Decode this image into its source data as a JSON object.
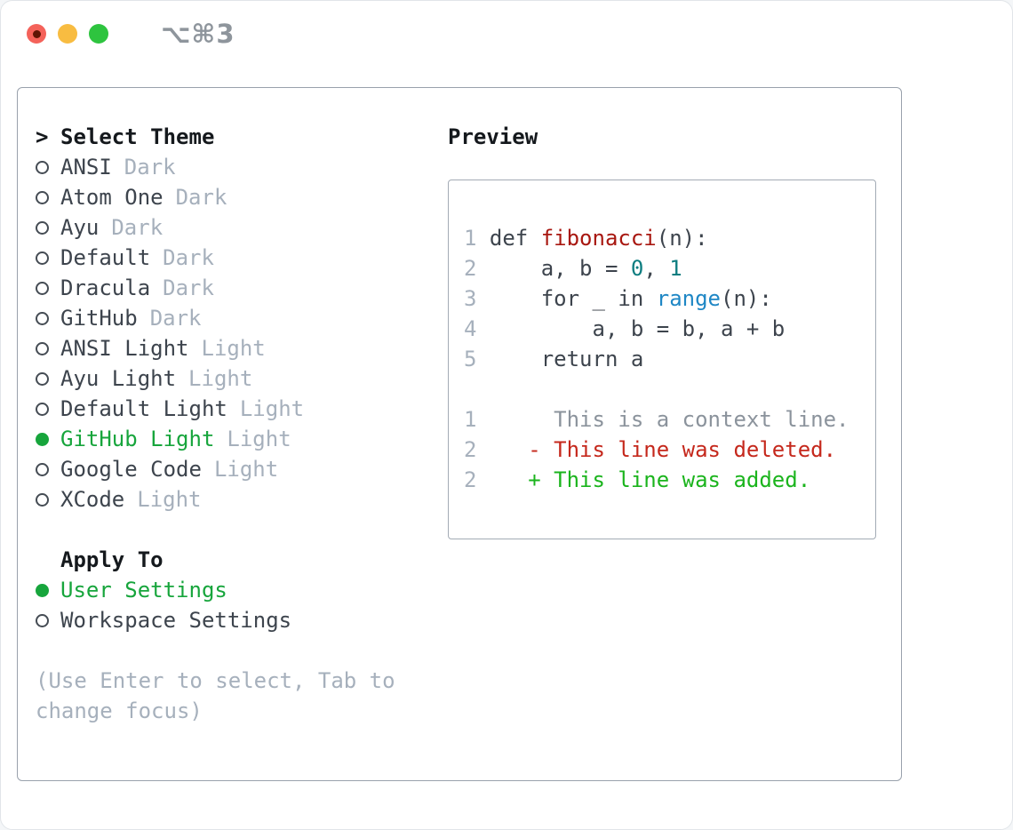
{
  "window": {
    "title": "⌥⌘3",
    "traffic_lights": [
      {
        "name": "close",
        "color": "#f4625a",
        "dot_color": "#5e1404"
      },
      {
        "name": "minimize",
        "color": "#f8bc41"
      },
      {
        "name": "zoom",
        "color": "#2ec43f"
      }
    ]
  },
  "theme_panel": {
    "header_marker": ">",
    "header_label": "Select Theme",
    "themes": [
      {
        "name": "ANSI",
        "variant": "Dark",
        "selected": false
      },
      {
        "name": "Atom One",
        "variant": "Dark",
        "selected": false
      },
      {
        "name": "Ayu",
        "variant": "Dark",
        "selected": false
      },
      {
        "name": "Default",
        "variant": "Dark",
        "selected": false
      },
      {
        "name": "Dracula",
        "variant": "Dark",
        "selected": false
      },
      {
        "name": "GitHub",
        "variant": "Dark",
        "selected": false
      },
      {
        "name": "ANSI Light",
        "variant": "Light",
        "selected": false
      },
      {
        "name": "Ayu Light",
        "variant": "Light",
        "selected": false
      },
      {
        "name": "Default Light",
        "variant": "Light",
        "selected": false
      },
      {
        "name": "GitHub Light",
        "variant": "Light",
        "selected": true
      },
      {
        "name": "Google Code",
        "variant": "Light",
        "selected": false
      },
      {
        "name": "XCode",
        "variant": "Light",
        "selected": false
      }
    ],
    "apply_to_label": "Apply To",
    "apply_options": [
      {
        "name": "User Settings",
        "selected": true
      },
      {
        "name": "Workspace Settings",
        "selected": false
      }
    ],
    "hint": "(Use Enter to select, Tab to change focus)"
  },
  "preview": {
    "label": "Preview",
    "lines": [
      {
        "tokens": [
          {
            "t": "1 ",
            "c": "ln"
          },
          {
            "t": "def ",
            "c": "code"
          },
          {
            "t": "fibonacci",
            "c": "func"
          },
          {
            "t": "(n):",
            "c": "code"
          }
        ]
      },
      {
        "tokens": [
          {
            "t": "2 ",
            "c": "ln"
          },
          {
            "t": "    a, b = ",
            "c": "code"
          },
          {
            "t": "0",
            "c": "num"
          },
          {
            "t": ", ",
            "c": "code"
          },
          {
            "t": "1",
            "c": "num"
          }
        ]
      },
      {
        "tokens": [
          {
            "t": "3 ",
            "c": "ln"
          },
          {
            "t": "    for _ in ",
            "c": "code"
          },
          {
            "t": "range",
            "c": "builtin"
          },
          {
            "t": "(n):",
            "c": "code"
          }
        ]
      },
      {
        "tokens": [
          {
            "t": "4 ",
            "c": "ln"
          },
          {
            "t": "        a, b = b, a + b",
            "c": "code"
          }
        ]
      },
      {
        "tokens": [
          {
            "t": "5 ",
            "c": "ln"
          },
          {
            "t": "    return a",
            "c": "code"
          }
        ]
      },
      {
        "tokens": []
      },
      {
        "tokens": [
          {
            "t": "1 ",
            "c": "ln"
          },
          {
            "t": "     This is a context line.",
            "c": "context"
          }
        ]
      },
      {
        "tokens": [
          {
            "t": "2 ",
            "c": "ln"
          },
          {
            "t": "   - This line was deleted.",
            "c": "deleted"
          }
        ]
      },
      {
        "tokens": [
          {
            "t": "2 ",
            "c": "ln"
          },
          {
            "t": "   + This line was added.",
            "c": "added"
          }
        ]
      }
    ]
  },
  "colors": {
    "selection_green": "#17a53c",
    "added_green": "#1bb41d",
    "deleted_red": "#c5281c",
    "function_red": "#a81710",
    "number_teal": "#0d7d80",
    "builtin_blue": "#1f87c5",
    "muted_gray": "#a6b0bc",
    "context_gray": "#8b939c",
    "text_dark": "#3d444d",
    "panel_border": "#99a1ac"
  }
}
